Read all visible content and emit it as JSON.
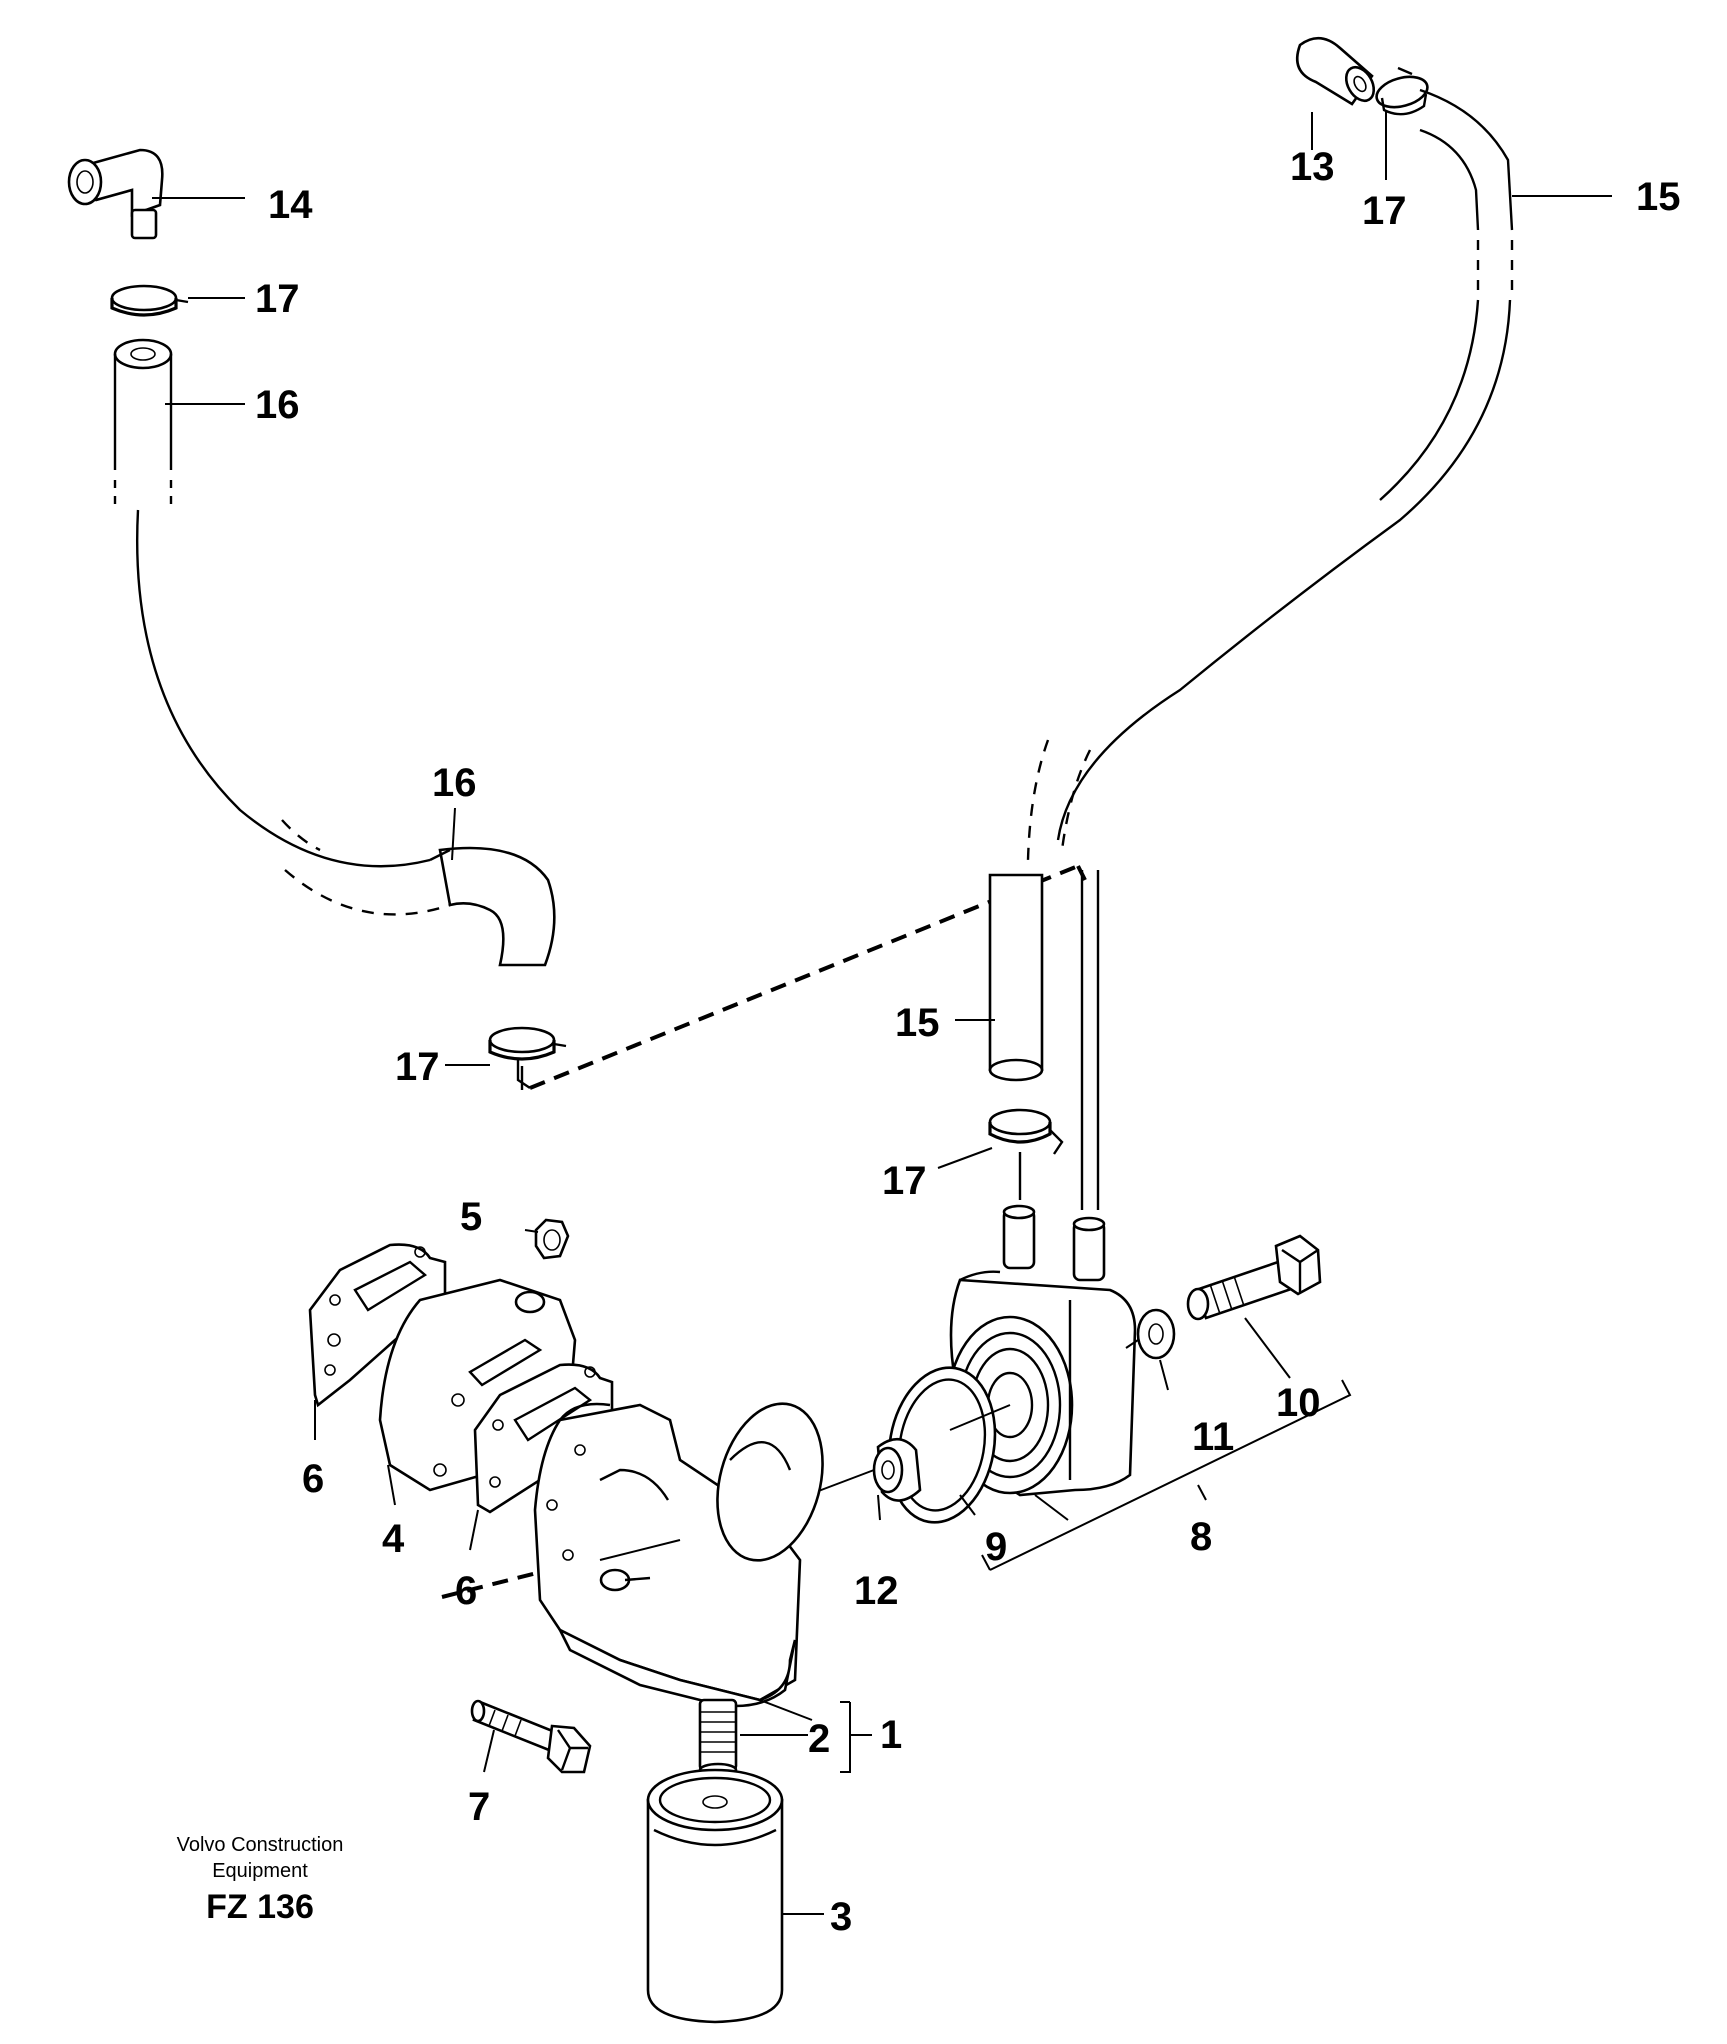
{
  "diagram": {
    "callouts": {
      "c1": "1",
      "c2": "2",
      "c3": "3",
      "c4": "4",
      "c5": "5",
      "c6a": "6",
      "c6b": "6",
      "c7": "7",
      "c8": "8",
      "c9": "9",
      "c10": "10",
      "c11": "11",
      "c12": "12",
      "c13": "13",
      "c14": "14",
      "c15a": "15",
      "c15b": "15",
      "c16a": "16",
      "c16b": "16",
      "c17a": "17",
      "c17b": "17",
      "c17c": "17",
      "c17d": "17"
    }
  },
  "caption": {
    "line1": "Volvo Construction",
    "line2": "Equipment",
    "code": "FZ 136"
  }
}
